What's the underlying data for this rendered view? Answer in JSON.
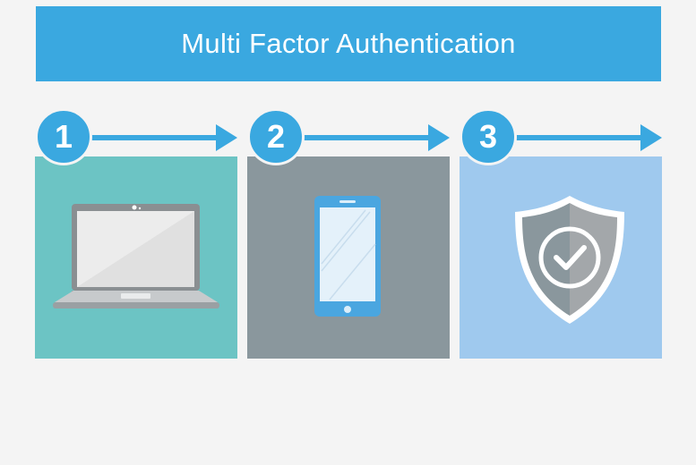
{
  "title": "Multi Factor Authentication",
  "colors": {
    "accent": "#3aa8e0",
    "background": "#f4f4f4",
    "panel_1": "#6cc4c4",
    "panel_2": "#8a979d",
    "panel_3": "#9fc9ee"
  },
  "steps": [
    {
      "number": "1",
      "icon": "laptop-icon"
    },
    {
      "number": "2",
      "icon": "smartphone-icon"
    },
    {
      "number": "3",
      "icon": "shield-check-icon"
    }
  ]
}
